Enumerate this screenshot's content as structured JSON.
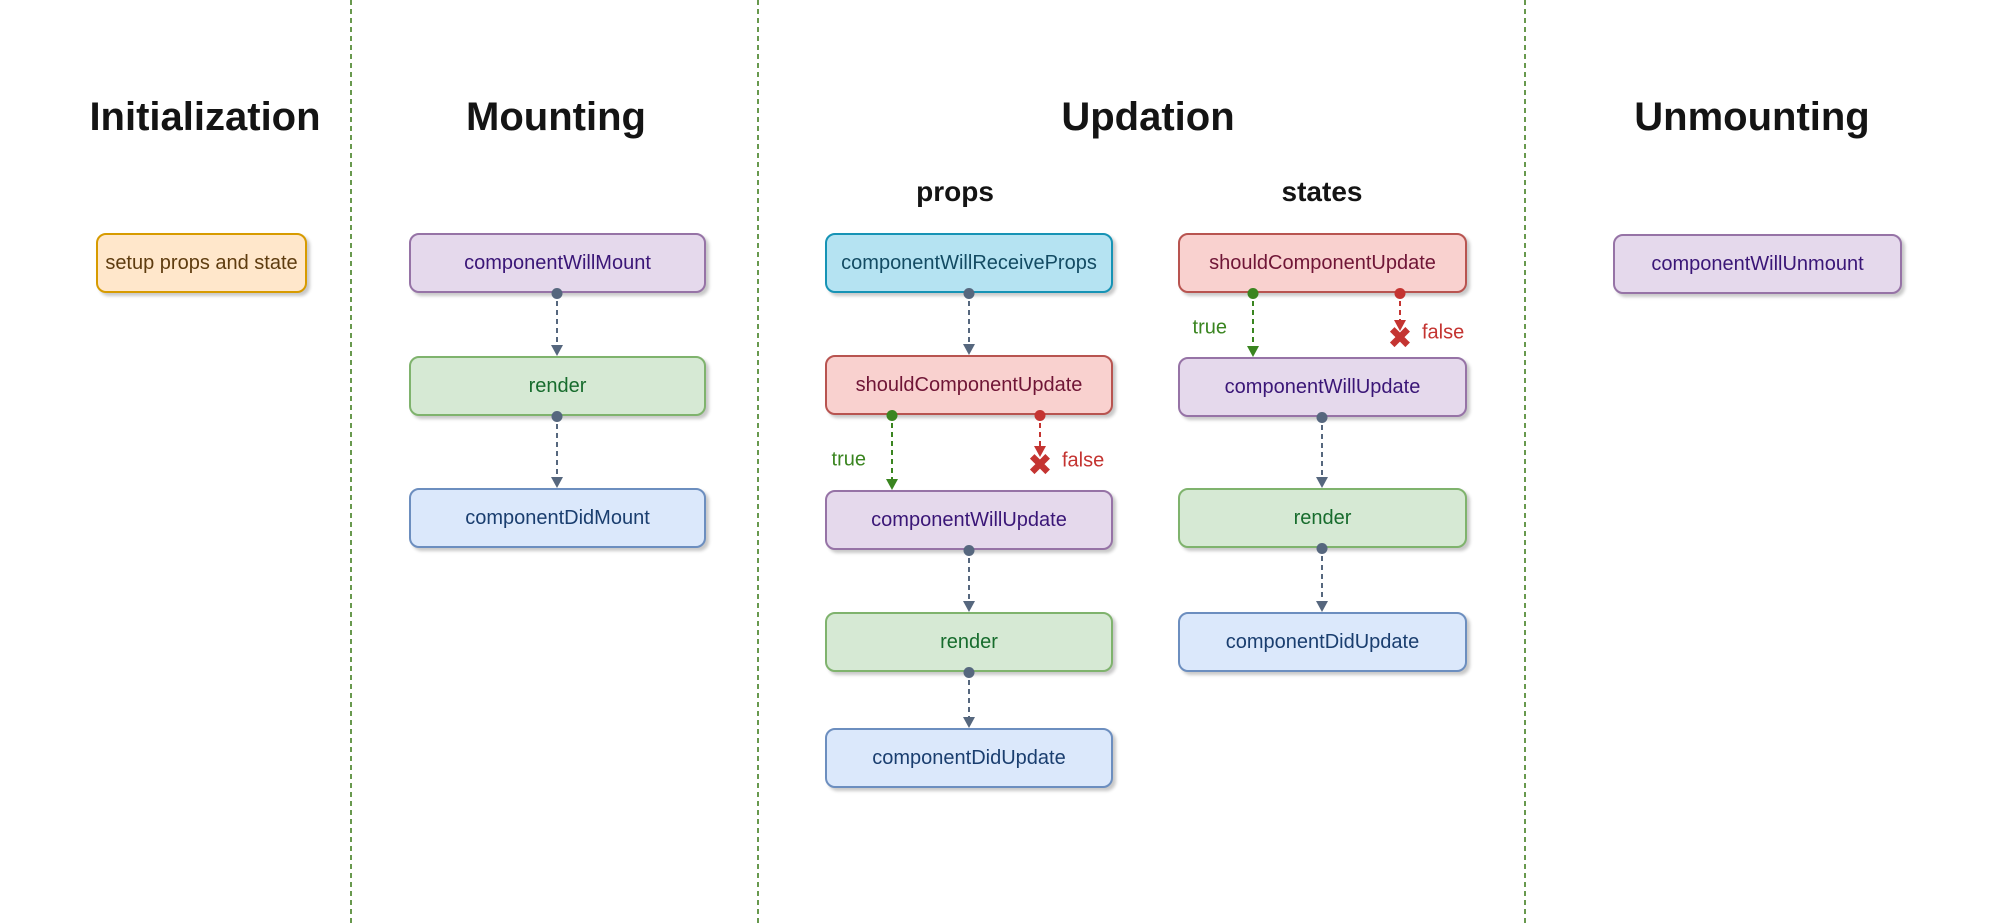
{
  "colors": {
    "heading_text": "#141414",
    "divider_green": "#68994e",
    "arrow_slate": "#56677e",
    "true_green": "#3a8520",
    "false_red": "#c43431",
    "orange_fill": "#ffe7cb",
    "orange_stroke": "#d79b00",
    "orange_text": "#5e3c0f",
    "purple_fill": "#e5d9ec",
    "purple_stroke": "#9673a6",
    "purple_text": "#3a1677",
    "green_fill": "#d6e9d4",
    "green_stroke": "#7fb36d",
    "green_text": "#176c2d",
    "blue_fill": "#dbe8fb",
    "blue_stroke": "#6c8ebf",
    "blue_text": "#1a3e6f",
    "cyan_fill": "#b5e3f2",
    "cyan_stroke": "#1693b5",
    "cyan_text": "#134b63",
    "red_fill": "#f9d1cf",
    "red_stroke": "#b85450",
    "red_text": "#6f1536"
  },
  "sections": {
    "initialization": {
      "title": "Initialization",
      "box": "setup props and state"
    },
    "mounting": {
      "title": "Mounting",
      "boxes": [
        "componentWillMount",
        "render",
        "componentDidMount"
      ]
    },
    "updation": {
      "title": "Updation",
      "props_column": {
        "header": "props",
        "boxes": [
          "componentWillReceiveProps",
          "shouldComponentUpdate",
          "componentWillUpdate",
          "render",
          "componentDidUpdate"
        ]
      },
      "states_column": {
        "header": "states",
        "boxes": [
          "shouldComponentUpdate",
          "componentWillUpdate",
          "render",
          "componentDidUpdate"
        ]
      }
    },
    "unmounting": {
      "title": "Unmounting",
      "box": "componentWillUnmount"
    }
  },
  "branch_labels": {
    "true": "true",
    "false": "false"
  },
  "icons": {
    "false_cross": "✖"
  }
}
